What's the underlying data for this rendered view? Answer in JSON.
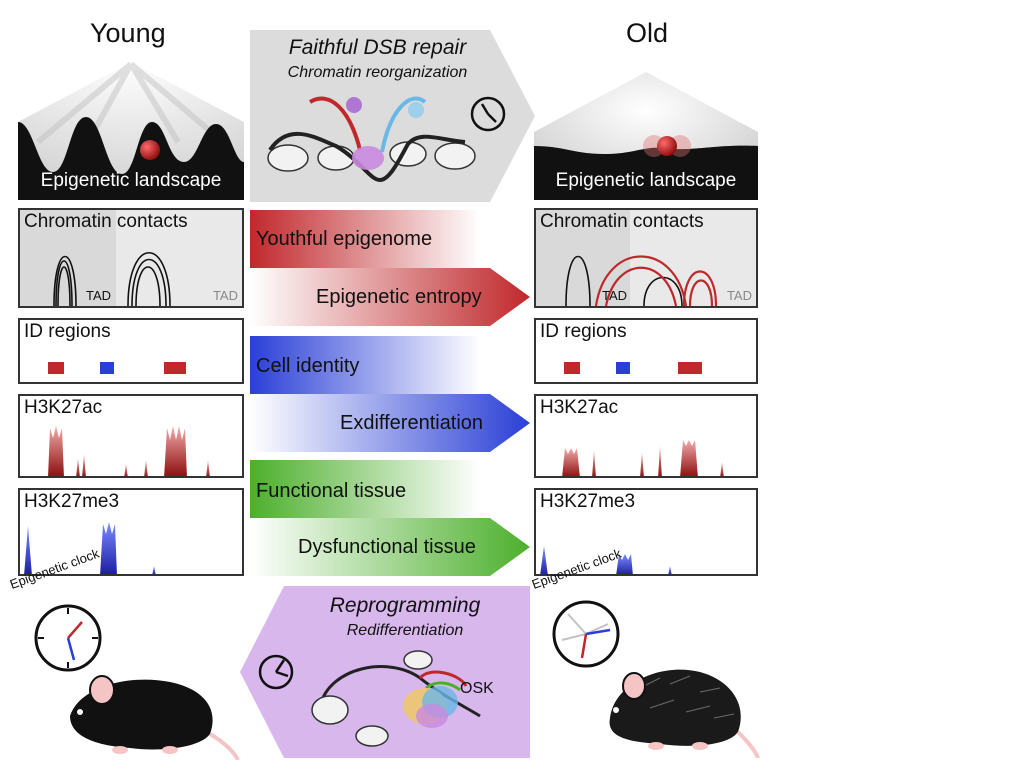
{
  "columns": {
    "young": "Young",
    "old": "Old"
  },
  "top_box": {
    "title": "Faithful DSB repair",
    "subtitle": "Chromatin reorganization"
  },
  "landscape_label": "Epigenetic landscape",
  "panels": {
    "chromatin": "Chromatin contacts",
    "tad": "TAD",
    "id_regions": "ID regions",
    "h3k27ac": "H3K27ac",
    "h3k27me3": "H3K27me3"
  },
  "arrows": {
    "red_left": "Youthful epigenome",
    "red_right": "Epigenetic entropy",
    "blue_left": "Cell identity",
    "blue_right": "Exdifferentiation",
    "green_left": "Functional tissue",
    "green_right": "Dysfunctional tissue"
  },
  "bottom_box": {
    "title": "Reprogramming",
    "subtitle": "Redifferentiation",
    "osk": "OSK"
  },
  "clock_label": "Epigenetic clock",
  "colors": {
    "red": "#c0282b",
    "blue": "#2a3fd6",
    "green": "#4caf2c",
    "purple": "#c9a7e0",
    "grey": "#d9d9d9"
  }
}
